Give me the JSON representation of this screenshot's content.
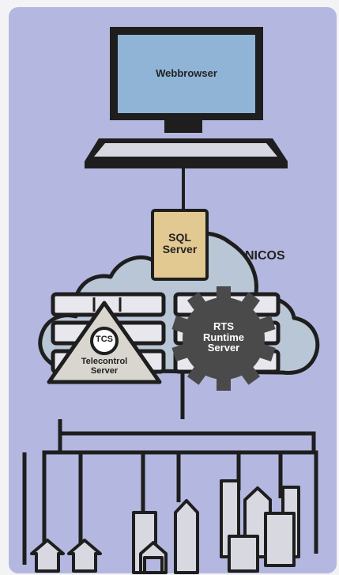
{
  "monitor": {
    "label": "Webbrowser"
  },
  "sql": {
    "line1": "SQL",
    "line2": "Server"
  },
  "cloud": {
    "label": "NICOS"
  },
  "tcs": {
    "badge": "TCS",
    "line1": "Telecontrol",
    "line2": "Server"
  },
  "rts": {
    "line1": "RTS",
    "line2": "Runtime",
    "line3": "Server"
  },
  "colors": {
    "panel": "#b4b8e0",
    "monitor_screen": "#8fb4d6",
    "cloud": "#b9c6d6",
    "sql_box": "#e2c891",
    "server_box": "#e7e7ed",
    "tcs_triangle": "#d9d6cf",
    "outline": "#1e1e1e"
  }
}
